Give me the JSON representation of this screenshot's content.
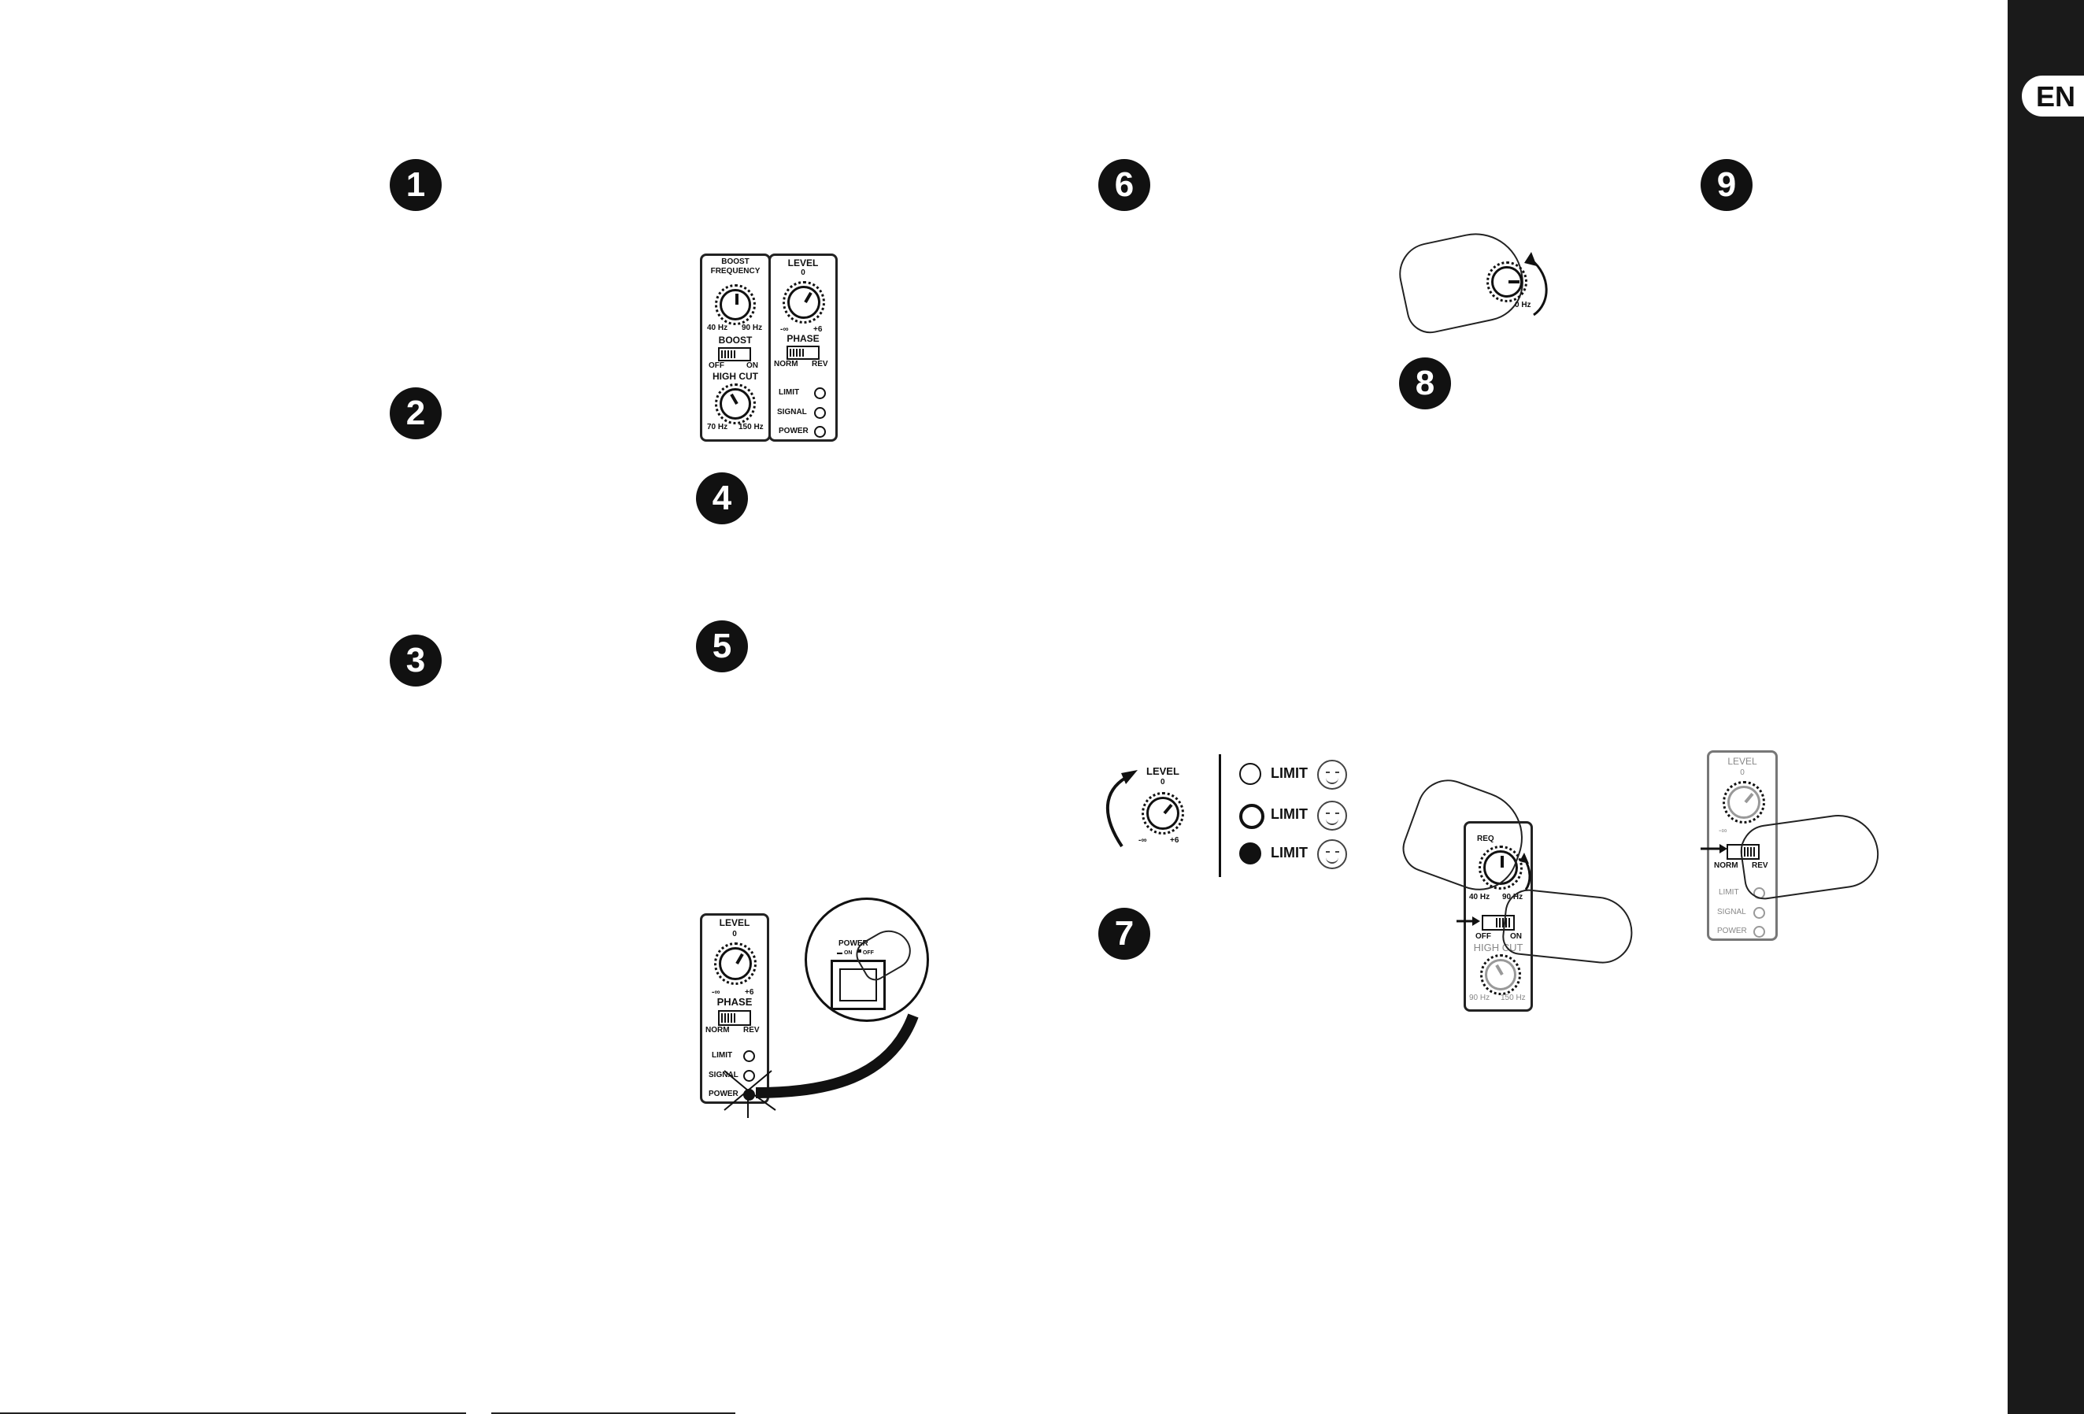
{
  "lang_tab": "EN",
  "steps": [
    "1",
    "2",
    "3",
    "4",
    "5",
    "6",
    "7",
    "8",
    "9"
  ],
  "panel_a": {
    "boost_frequency": "BOOST\nFREQUENCY",
    "bf_min": "40 Hz",
    "bf_max": "90 Hz",
    "boost": "BOOST",
    "off": "OFF",
    "on": "ON",
    "high_cut": "HIGH CUT",
    "hc_min": "70 Hz",
    "hc_max": "150 Hz",
    "level": "LEVEL",
    "level_zero": "0",
    "level_min": "-∞",
    "level_max": "+6",
    "phase": "PHASE",
    "norm": "NORM",
    "rev": "REV",
    "limit": "LIMIT",
    "signal": "SIGNAL",
    "power": "POWER"
  },
  "panel_b": {
    "level": "LEVEL",
    "level_zero": "0",
    "level_min": "-∞",
    "level_max": "+6",
    "phase": "PHASE",
    "norm": "NORM",
    "rev": "REV",
    "limit": "LIMIT",
    "signal": "SIGNAL",
    "power": "POWER",
    "callout_title": "POWER",
    "callout_on": "▬ ON",
    "callout_off": "▀ OFF"
  },
  "step6": {
    "freq_label": "0 Hz"
  },
  "step7": {
    "level": "LEVEL",
    "level_zero": "0",
    "level_min": "-∞",
    "level_max": "+6",
    "limit_rows": [
      "LIMIT",
      "LIMIT",
      "LIMIT"
    ]
  },
  "step8": {
    "knob_label": "REQ",
    "f_min": "40 Hz",
    "f_max": "90 Hz",
    "off": "OFF",
    "on": "ON",
    "high_cut": "HIGH CUT",
    "hc_min": "90 Hz",
    "hc_max": "150 Hz"
  },
  "step9": {
    "level": "LEVEL",
    "level_zero": "0",
    "level_min": "-∞",
    "norm": "NORM",
    "rev": "REV",
    "limit": "LIMIT",
    "signal": "SIGNAL",
    "power": "POWER"
  }
}
